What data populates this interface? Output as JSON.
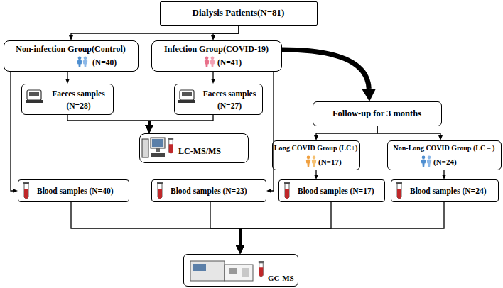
{
  "diagram": {
    "nodes": [
      {
        "text": [
          "Dialysis Patients(N=81)"
        ]
      },
      {
        "text": [
          "Non-infection Group(Control)",
          "(N=40)"
        ]
      },
      {
        "text": [
          "Infection Group(COVID-19)",
          "(N=41)"
        ]
      },
      {
        "text": [
          "Faeces samples",
          "(N=28)"
        ]
      },
      {
        "text": [
          "Faeces samples",
          "(N=27)"
        ]
      },
      {
        "text": [
          "Follow-up for 3 months"
        ]
      },
      {
        "text": [
          "Long COVID Group (LC+)",
          "(N=17)"
        ]
      },
      {
        "text": [
          "Non-Long COVID Group (LC－)",
          "(N=24)"
        ]
      },
      {
        "text": [
          "LC-MS/MS"
        ]
      },
      {
        "text": [
          "Blood samples (N=40)"
        ]
      },
      {
        "text": [
          "Blood samples (N=23)"
        ]
      },
      {
        "text": [
          "Blood samples (N=17)"
        ]
      },
      {
        "text": [
          "Blood samples (N=24)"
        ]
      },
      {
        "text": [
          "GC-MS"
        ]
      }
    ],
    "edges": [
      {
        "from": 0,
        "to": 1,
        "arrow": "to"
      },
      {
        "from": 0,
        "to": 2,
        "arrow": "to"
      },
      {
        "from": 1,
        "to": 3,
        "arrow": "to"
      },
      {
        "from": 2,
        "to": 4,
        "arrow": "to"
      },
      {
        "from": 3,
        "to": 8,
        "arrow": "to"
      },
      {
        "from": 4,
        "to": 8,
        "arrow": "to"
      },
      {
        "from": 2,
        "to": 5,
        "arrow": "to"
      },
      {
        "from": 5,
        "to": 6,
        "arrow": "to"
      },
      {
        "from": 5,
        "to": 7,
        "arrow": "to"
      },
      {
        "from": 1,
        "to": 9,
        "arrow": "to"
      },
      {
        "from": 2,
        "to": 10,
        "arrow": "to"
      },
      {
        "from": 6,
        "to": 11,
        "arrow": "to"
      },
      {
        "from": 7,
        "to": 12,
        "arrow": "to"
      },
      {
        "from": 9,
        "to": 13,
        "arrow": "to"
      },
      {
        "from": 10,
        "to": 13,
        "arrow": "to"
      },
      {
        "from": 11,
        "to": 13,
        "arrow": "to"
      },
      {
        "from": 12,
        "to": 13,
        "arrow": "to"
      }
    ]
  }
}
